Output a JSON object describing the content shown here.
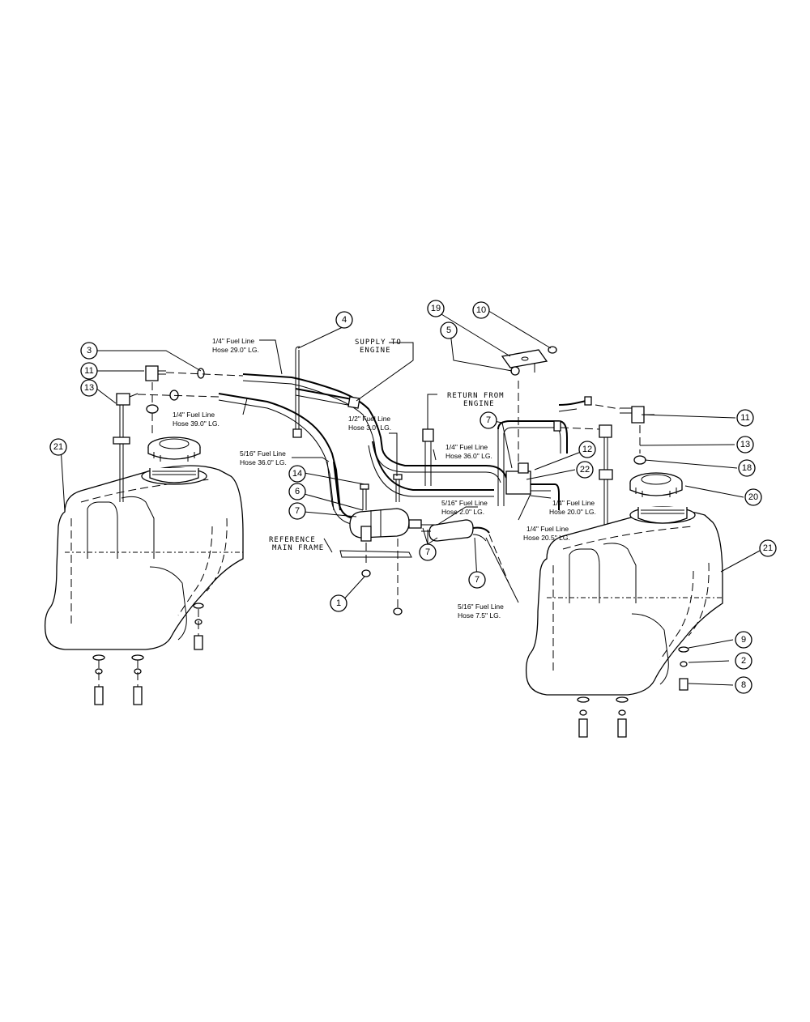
{
  "callouts": {
    "c4": "4",
    "c3": "3",
    "c11a": "11",
    "c13a": "13",
    "c21a": "21",
    "c19": "19",
    "c10": "10",
    "c5": "5",
    "c7a": "7",
    "c12": "12",
    "c22": "22",
    "c11b": "11",
    "c13b": "13",
    "c18": "18",
    "c20": "20",
    "c21b": "21",
    "c14": "14",
    "c6": "6",
    "c7b": "7",
    "c7c": "7",
    "c7d": "7",
    "c1": "1",
    "c9": "9",
    "c2": "2",
    "c8": "8"
  },
  "labels": {
    "hose_29_l1": "1/4\" Fuel Line",
    "hose_29_l2": "Hose 29.0\" LG.",
    "supply_l1": "SUPPLY TO",
    "supply_l2": "ENGINE",
    "hose_39_l1": "1/4\" Fuel Line",
    "hose_39_l2": "Hose 39.0\" LG.",
    "return_l1": "RETURN FROM",
    "return_l2": "ENGINE",
    "hose_3_l1": "1/2\" Fuel Line",
    "hose_3_l2": "Hose 3.0\" LG.",
    "hose_36a_l1": "5/16\" Fuel Line",
    "hose_36a_l2": "Hose 36.0\" LG.",
    "hose_36b_l1": "1/4\" Fuel Line",
    "hose_36b_l2": "Hose 36.0\" LG.",
    "hose_2_l1": "5/16\" Fuel Line",
    "hose_2_l2": "Hose 2.0\" LG.",
    "hose_20_l1": "1/4\" Fuel Line",
    "hose_20_l2": "Hose 20.0\" LG.",
    "hose_205_l1": "1/4\" Fuel Line",
    "hose_205_l2": "Hose 20.5\" LG.",
    "reference_l1": "REFERENCE",
    "reference_l2": "MAIN FRAME",
    "hose_75_l1": "5/16\" Fuel Line",
    "hose_75_l2": "Hose 7.5\" LG."
  }
}
